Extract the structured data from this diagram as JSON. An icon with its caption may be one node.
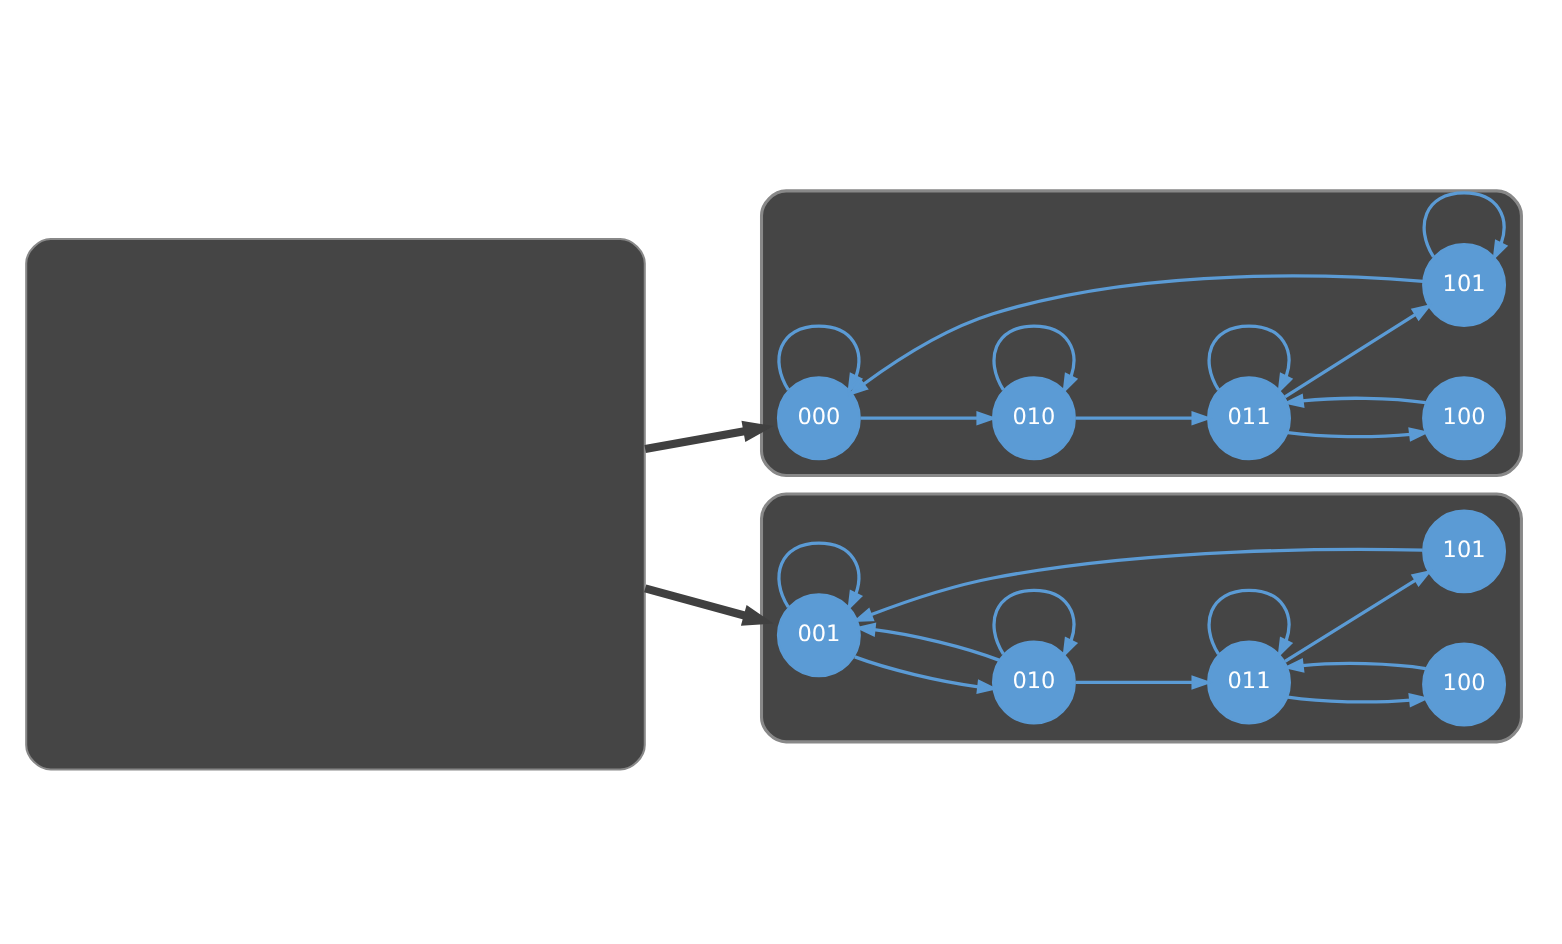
{
  "diagram": {
    "nodes": [
      {
        "text": [],
        "shape": "box"
      },
      {
        "text": [],
        "shape": "box"
      },
      {
        "text": [
          "000"
        ],
        "in": 1
      },
      {
        "text": [
          "010"
        ],
        "in": 1
      },
      {
        "text": [
          "011"
        ],
        "in": 1
      },
      {
        "text": [
          "100"
        ],
        "in": 1
      },
      {
        "text": [
          "101"
        ],
        "in": 1
      },
      {
        "text": [],
        "shape": "box"
      },
      {
        "text": [
          "001"
        ],
        "in": 7
      },
      {
        "text": [
          "010"
        ],
        "in": 7
      },
      {
        "text": [
          "011"
        ],
        "in": 7
      },
      {
        "text": [
          "100"
        ],
        "in": 7
      },
      {
        "text": [
          "101"
        ],
        "in": 7
      }
    ],
    "edges": [
      {
        "from": 0,
        "to": 1,
        "arrow": "to",
        "style": "thick",
        "color": "#404040"
      },
      {
        "from": 0,
        "to": 7,
        "arrow": "to",
        "style": "thick",
        "color": "#404040"
      },
      {
        "from": 2,
        "to": 2,
        "arrow": "to"
      },
      {
        "from": 2,
        "to": 3,
        "arrow": "to"
      },
      {
        "from": 3,
        "to": 3,
        "arrow": "to"
      },
      {
        "from": 3,
        "to": 4,
        "arrow": "to"
      },
      {
        "from": 4,
        "to": 4,
        "arrow": "to"
      },
      {
        "from": 4,
        "to": 6,
        "arrow": "to"
      },
      {
        "from": 6,
        "to": 6,
        "arrow": "to"
      },
      {
        "from": 6,
        "to": 2,
        "arrow": "to"
      },
      {
        "from": 4,
        "to": 5,
        "arrow": "to"
      },
      {
        "from": 5,
        "to": 4,
        "arrow": "to"
      },
      {
        "from": 8,
        "to": 8,
        "arrow": "to"
      },
      {
        "from": 8,
        "to": 9,
        "arrow": "to"
      },
      {
        "from": 9,
        "to": 8,
        "arrow": "to"
      },
      {
        "from": 9,
        "to": 9,
        "arrow": "to"
      },
      {
        "from": 9,
        "to": 10,
        "arrow": "to"
      },
      {
        "from": 10,
        "to": 10,
        "arrow": "to"
      },
      {
        "from": 10,
        "to": 12,
        "arrow": "to"
      },
      {
        "from": 12,
        "to": 8,
        "arrow": "to"
      },
      {
        "from": 10,
        "to": 11,
        "arrow": "to"
      },
      {
        "from": 11,
        "to": 10,
        "arrow": "to"
      }
    ]
  }
}
